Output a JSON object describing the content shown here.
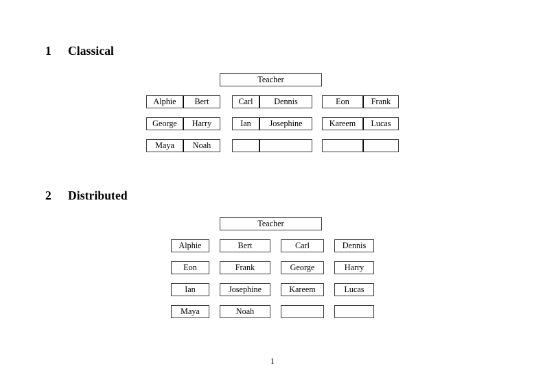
{
  "document": {
    "page_number": "1"
  },
  "sections": [
    {
      "number": "1",
      "title": "Classical",
      "teacher_label": "Teacher",
      "layout": "grouped-pairs",
      "groups": [
        {
          "name": "left",
          "rows": [
            {
              "left": "Alphie",
              "right": "Bert"
            },
            {
              "left": "George",
              "right": "Harry"
            },
            {
              "left": "Maya",
              "right": "Noah"
            }
          ]
        },
        {
          "name": "middle",
          "rows": [
            {
              "left": "Carl",
              "right": "Dennis"
            },
            {
              "left": "Ian",
              "right": "Josephine"
            },
            {
              "left": "",
              "right": ""
            }
          ]
        },
        {
          "name": "right",
          "rows": [
            {
              "left": "Eon",
              "right": "Frank"
            },
            {
              "left": "Kareem",
              "right": "Lucas"
            },
            {
              "left": "",
              "right": ""
            }
          ]
        }
      ]
    },
    {
      "number": "2",
      "title": "Distributed",
      "teacher_label": "Teacher",
      "layout": "four-column-grid",
      "rows": [
        [
          "Alphie",
          "Bert",
          "Carl",
          "Dennis"
        ],
        [
          "Eon",
          "Frank",
          "George",
          "Harry"
        ],
        [
          "Ian",
          "Josephine",
          "Kareem",
          "Lucas"
        ],
        [
          "Maya",
          "Noah",
          "",
          ""
        ]
      ]
    }
  ]
}
